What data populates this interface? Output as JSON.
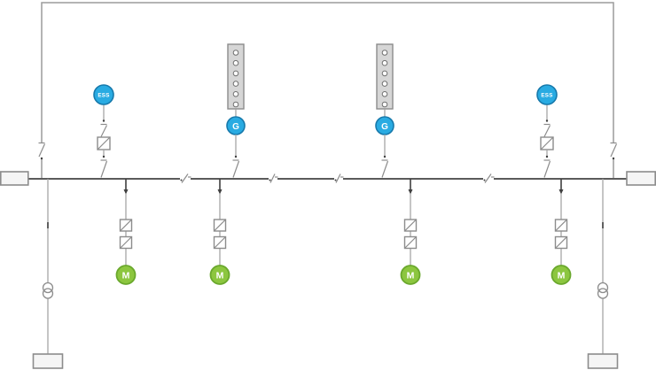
{
  "diagram": {
    "type": "electrical-single-line-diagram",
    "description": "Ring bus power system with ESS units, generators, motor drives and transformer feeders"
  },
  "colors": {
    "device_blue": "#29abe2",
    "device_blue_border": "#1779ab",
    "motor_green": "#8cc63f",
    "motor_green_border": "#6aa82c",
    "bus_gray": "#5a5a5a",
    "wire_gray": "#a6a6a6",
    "symbol_gray": "#8c8c8c",
    "panel_fill": "#d6d6d6",
    "box_fill": "#f5f5f5"
  },
  "devices": {
    "ess_units": [
      {
        "label": "ESS"
      },
      {
        "label": "ESS"
      }
    ],
    "generators": [
      {
        "label": "G"
      },
      {
        "label": "G"
      }
    ],
    "motors": [
      {
        "label": "M"
      },
      {
        "label": "M"
      },
      {
        "label": "M"
      },
      {
        "label": "M"
      }
    ]
  }
}
